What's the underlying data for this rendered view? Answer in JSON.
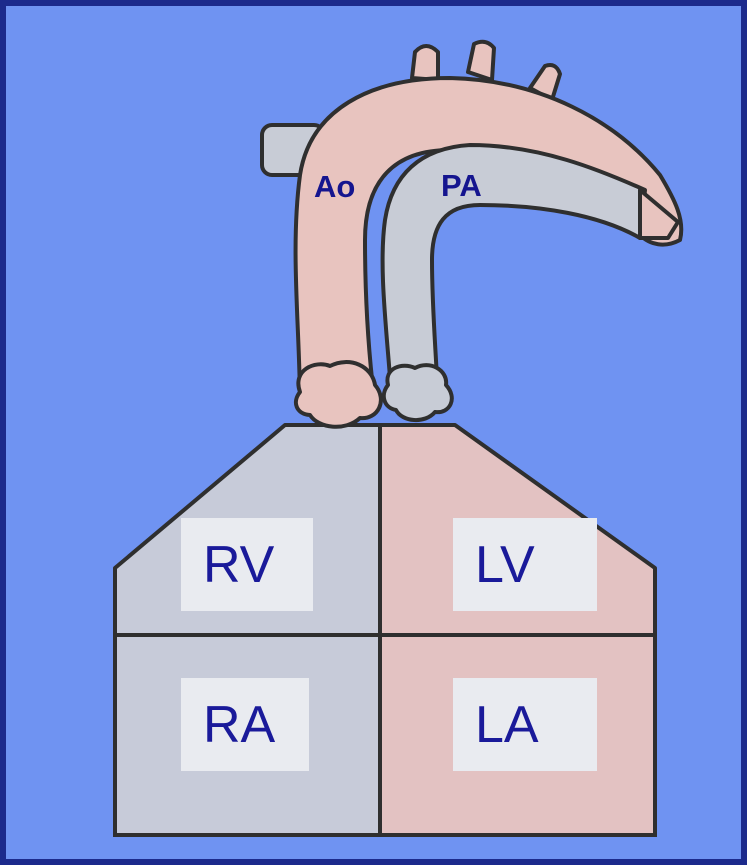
{
  "labels": {
    "ao": "Ao",
    "pa": "PA",
    "rv": "RV",
    "lv": "LV",
    "ra": "RA",
    "la": "LA"
  },
  "colors": {
    "frame": "#1c2a8c",
    "background": "#6f93f2",
    "right_heart": "#c7cbd9",
    "left_heart": "#e3c2c2",
    "aorta": "#e8c4bf",
    "pulmonary_artery": "#c8ccd6",
    "outline": "#2f2f2f",
    "label_text": "#1a1a9a",
    "label_box": "#e9ebf0"
  }
}
